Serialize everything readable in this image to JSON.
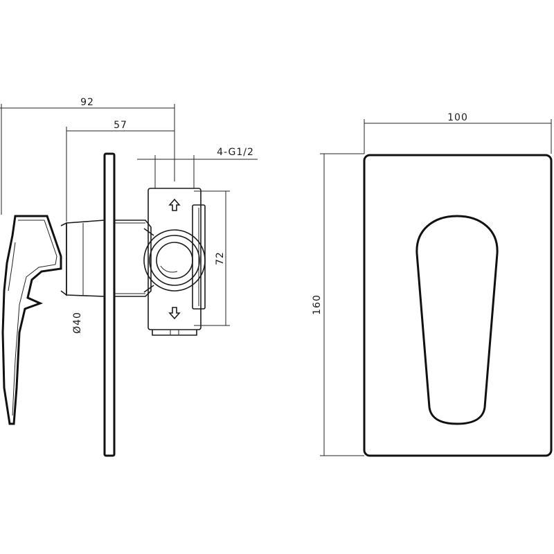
{
  "dimensions": {
    "overall_depth": "92",
    "body_depth": "57",
    "thread": "4-G1/2",
    "port_spacing": "72",
    "diameter": "Ø40",
    "plate_width": "100",
    "plate_height": "160"
  },
  "icons": {
    "arrow_up": "arrow-up-icon",
    "arrow_down": "arrow-down-icon"
  },
  "colors": {
    "line": "#1a1a1a",
    "background": "#ffffff"
  }
}
